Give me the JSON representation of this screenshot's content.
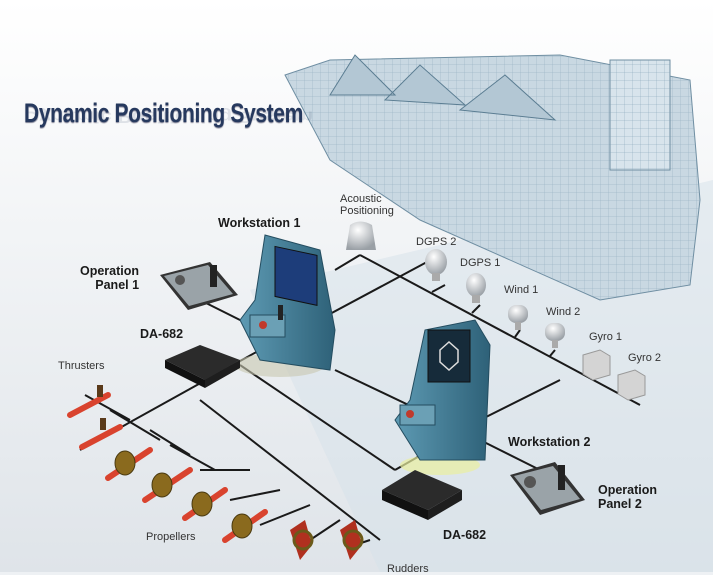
{
  "title": "Dynamic Positioning System",
  "labels": {
    "workstation1": "Workstation 1",
    "workstation2": "Workstation 2",
    "operation_panel1": [
      "Operation",
      "Panel 1"
    ],
    "operation_panel2": [
      "Operation",
      "Panel 2"
    ],
    "da682_1": "DA-682",
    "da682_2": "DA-682",
    "thrusters": "Thrusters",
    "propellers": "Propellers",
    "rudders": "Rudders",
    "acoustic": [
      "Acoustic",
      "Positioning"
    ],
    "dgps2": "DGPS 2",
    "dgps1": "DGPS 1",
    "wind1": "Wind 1",
    "wind2": "Wind 2",
    "gyro1": "Gyro 1",
    "gyro2": "Gyro 2"
  },
  "colors": {
    "title": "#26395e",
    "console": "#3f7f9a",
    "thruster": "#d9432e",
    "line": "#1a1a1a"
  }
}
